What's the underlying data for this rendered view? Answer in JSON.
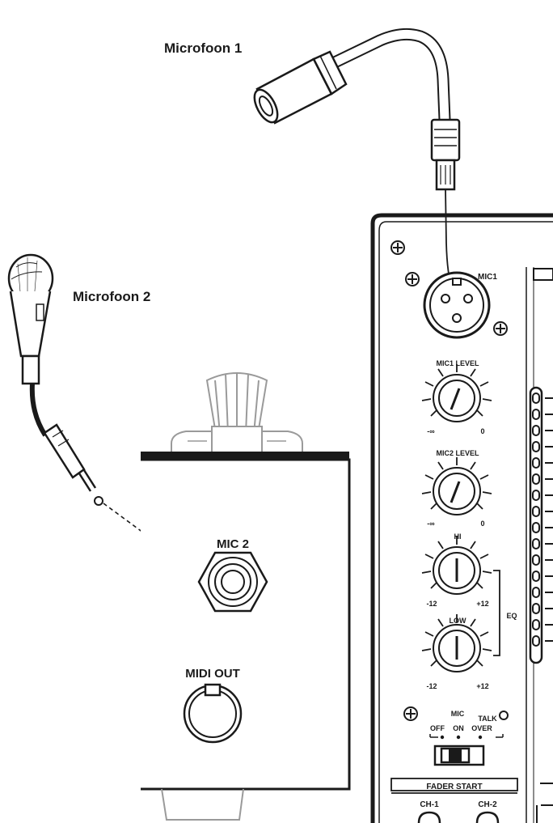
{
  "labels": {
    "mic1_title": "Microfoon 1",
    "mic2_title": "Microfoon 2",
    "mic2_jack": "MIC 2",
    "midi_out": "MIDI OUT",
    "mic1_connector": "MIC1",
    "mic1_level": "MIC1 LEVEL",
    "mic2_level": "MIC2 LEVEL",
    "hi": "HI",
    "low": "LOW",
    "eq": "EQ",
    "minus_inf_1": "-∞",
    "zero_1": "0",
    "minus_inf_2": "-∞",
    "zero_2": "0",
    "hi_min": "-12",
    "hi_max": "+12",
    "low_min": "-12",
    "low_max": "+12",
    "mic": "MIC",
    "talk": "TALK",
    "off": "OFF",
    "on": "ON",
    "over": "OVER",
    "fader_start": "FADER START",
    "ch1": "CH-1",
    "ch2": "CH-2"
  }
}
